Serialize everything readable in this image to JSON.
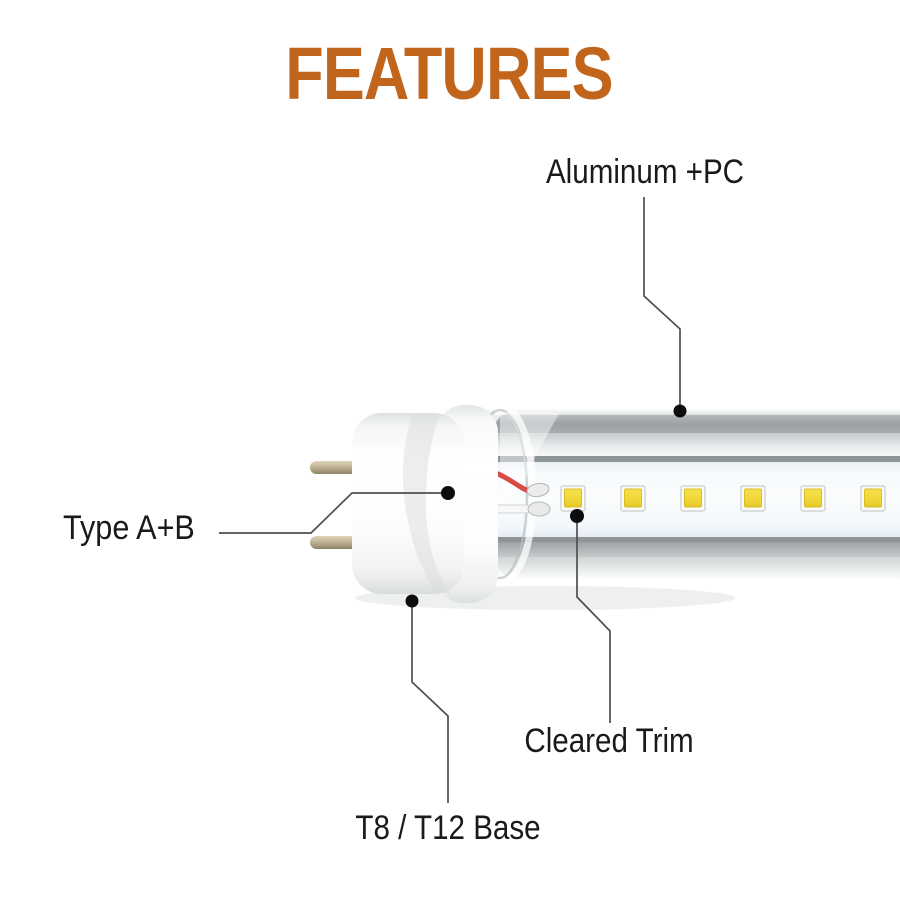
{
  "title": {
    "text": "FEATURES"
  },
  "callouts": {
    "aluminum_pc": {
      "label": "Aluminum +PC"
    },
    "type_ab": {
      "label": "Type A+B"
    },
    "cleared_trim": {
      "label": "Cleared Trim"
    },
    "t8_t12_base": {
      "label": "T8 / T12 Base"
    }
  },
  "colors": {
    "accent_orange": "#c2651c",
    "label_text": "#1a1a1a",
    "callout_line": "#4f4f4f",
    "callout_dot": "#0d0d0d",
    "led_yellow": "#f0d637",
    "pin_tan": "#c1b694"
  },
  "illustration": {
    "subject": "led-tube-light",
    "led_count": 6
  }
}
